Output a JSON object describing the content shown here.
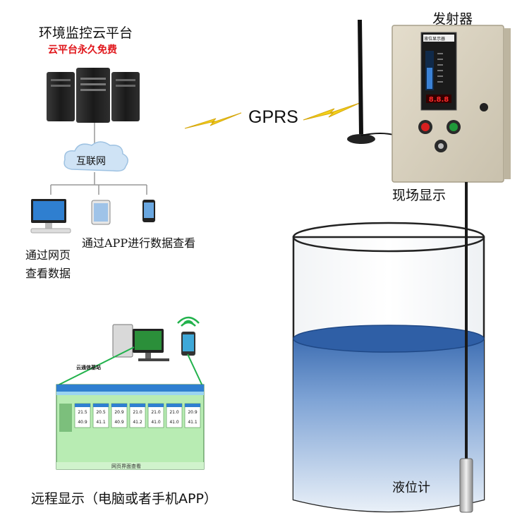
{
  "cloud_platform": {
    "title": "环境监控云平台",
    "subtitle": "云平台永久免费",
    "internet_label": "互联网",
    "via_web_line1": "通过网页",
    "via_web_line2": "查看数据",
    "via_app": "通过APP进行数据查看"
  },
  "link": {
    "label": "GPRS"
  },
  "transmitter": {
    "label": "发射器",
    "panel_title": "液位显示器",
    "local_display_label": "现场显示"
  },
  "tank": {
    "sensor_label": "液位计"
  },
  "remote": {
    "label": "远程显示（电脑或者手机APP）",
    "banner_text": "云通信基站",
    "footer_text": "网页界面查看",
    "readings_top": [
      "21.5",
      "20.5",
      "20.9",
      "21.0",
      "21.0",
      "21.0",
      "20.9"
    ],
    "readings_bottom": [
      "40.9",
      "41.1",
      "40.9",
      "41.2",
      "41.0",
      "41.0",
      "41.1"
    ]
  },
  "colors": {
    "accent_red": "#e0161b",
    "bolt_yellow": "#f4d21a",
    "cabinet": "#d9d2c0",
    "water": "#5a86c5",
    "screen_green": "#b8ecb3",
    "link_green": "#22b24c"
  }
}
